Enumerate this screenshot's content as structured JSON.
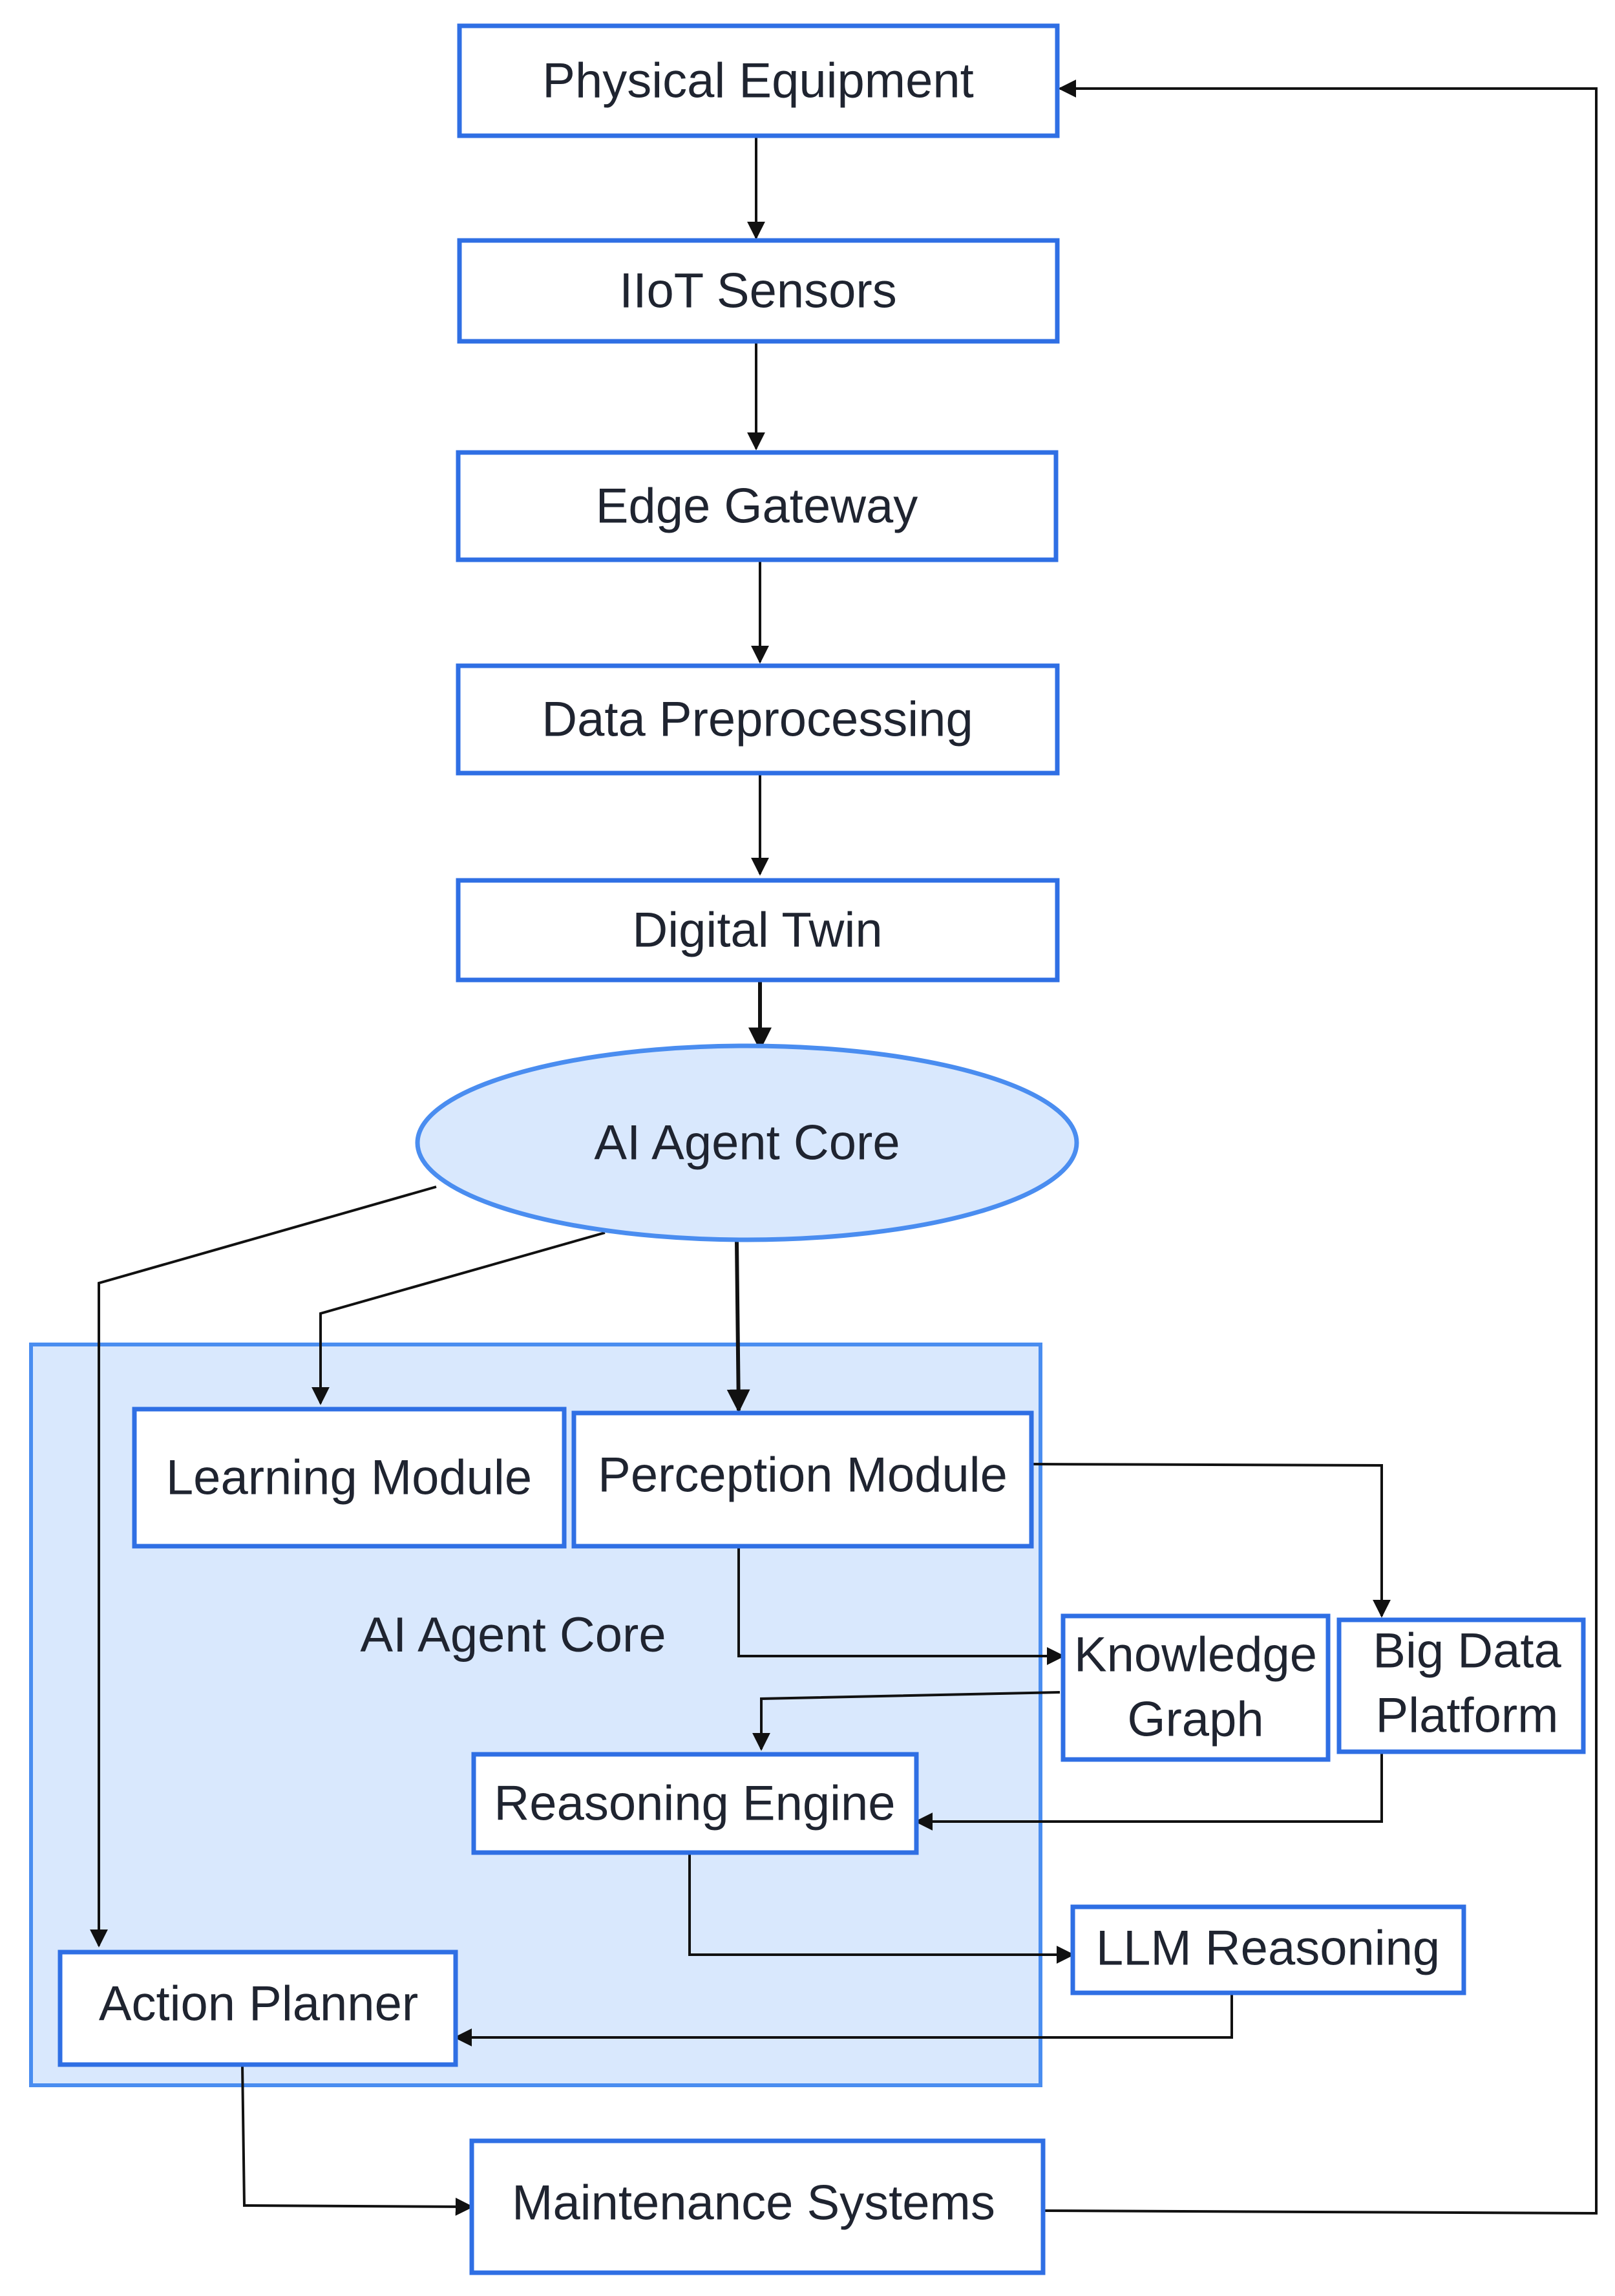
{
  "nodes": {
    "physical_equipment": "Physical Equipment",
    "iiot_sensors": "IIoT Sensors",
    "edge_gateway": "Edge Gateway",
    "data_preprocessing": "Data Preprocessing",
    "digital_twin": "Digital Twin",
    "ai_agent_core": "AI Agent Core",
    "group_label": "AI Agent Core",
    "learning_module": "Learning Module",
    "perception_module": "Perception Module",
    "knowledge_graph_line1": "Knowledge",
    "knowledge_graph_line2": "Graph",
    "big_data_line1": "Big Data",
    "big_data_line2": "Platform",
    "reasoning_engine": "Reasoning Engine",
    "llm_reasoning": "LLM Reasoning",
    "action_planner": "Action Planner",
    "maintenance_systems": "Maintenance Systems"
  },
  "colors": {
    "box_border": "#2f6fe4",
    "group_fill": "#d9e8fd",
    "arrow": "#111111"
  }
}
